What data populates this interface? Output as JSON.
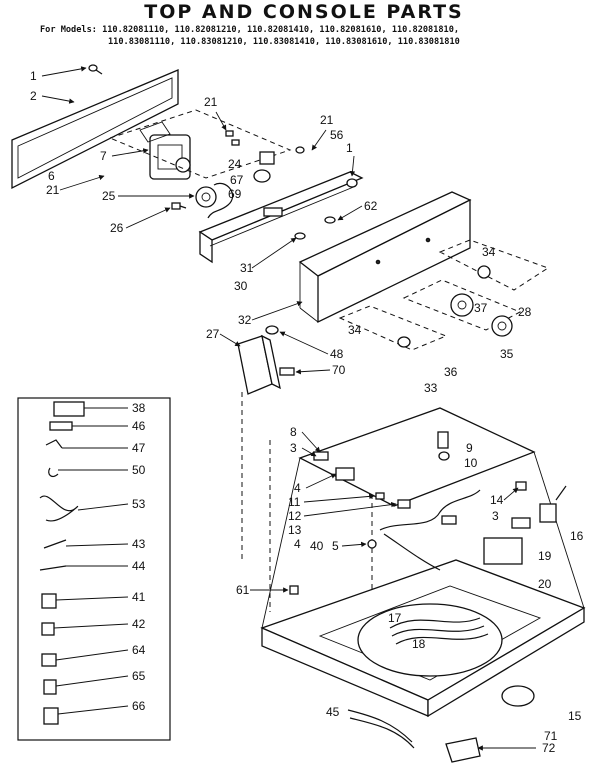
{
  "title": "TOP AND CONSOLE PARTS",
  "models_line_1": "For Models: 110.82081110, 110.82081210, 110.82081410, 110.82081610, 110.82081810,",
  "models_line_2": "110.83081110, 110.83081210, 110.83081410, 110.83081610, 110.83081810",
  "callouts": {
    "c1": "1",
    "c2": "2",
    "c6": "6",
    "c7": "7",
    "c21a": "21",
    "c21b": "21",
    "c21c": "21",
    "c56": "56",
    "c1b": "1",
    "c24": "24",
    "c67": "67",
    "c69": "69",
    "c25": "25",
    "c26": "26",
    "c62": "62",
    "c31": "31",
    "c30": "30",
    "c34a": "34",
    "c37": "37",
    "c28": "28",
    "c32": "32",
    "c34b": "34",
    "c27": "27",
    "c48": "48",
    "c70": "70",
    "c36": "36",
    "c35": "35",
    "c33": "33",
    "c8": "8",
    "c3a": "3",
    "c9": "9",
    "c10": "10",
    "c4a": "4",
    "c11": "11",
    "c12": "12",
    "c13": "13",
    "c4b": "4",
    "c40": "40",
    "c5": "5",
    "c14": "14",
    "c3b": "3",
    "c16": "16",
    "c19": "19",
    "c20": "20",
    "c61": "61",
    "c17": "17",
    "c18": "18",
    "c45": "45",
    "c71": "71",
    "c15": "15",
    "c72": "72",
    "k38": "38",
    "k46": "46",
    "k47": "47",
    "k50": "50",
    "k53": "53",
    "k43": "43",
    "k44": "44",
    "k41": "41",
    "k42": "42",
    "k64": "64",
    "k65": "65",
    "k66": "66"
  }
}
